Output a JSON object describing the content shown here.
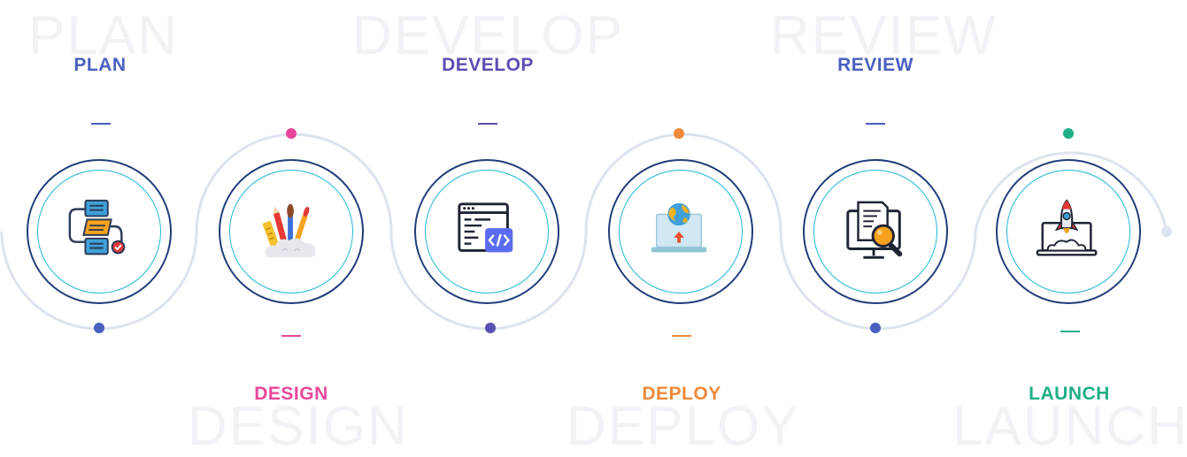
{
  "steps": [
    {
      "label": "PLAN",
      "color": "#4a5fbf",
      "icon": "flowchart-icon"
    },
    {
      "label": "DESIGN",
      "color": "#e8479a",
      "icon": "art-supplies-icon"
    },
    {
      "label": "DEVELOP",
      "color": "#5a4fb3",
      "icon": "code-window-icon"
    },
    {
      "label": "DEPLOY",
      "color": "#f08a3a",
      "icon": "laptop-globe-upload-icon"
    },
    {
      "label": "REVIEW",
      "color": "#4a5fbf",
      "icon": "document-magnifier-icon"
    },
    {
      "label": "LAUNCH",
      "color": "#1fae86",
      "icon": "rocket-laptop-icon"
    }
  ],
  "track_color": "#dde3ec"
}
